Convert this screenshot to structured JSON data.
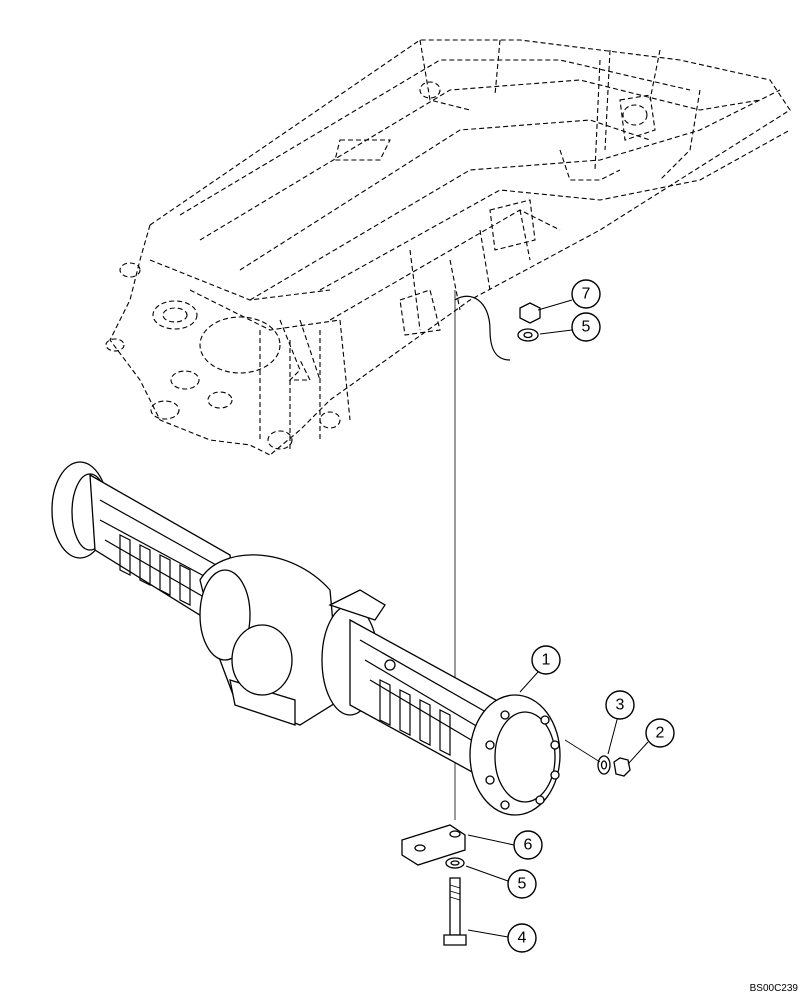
{
  "callouts": {
    "c1": "1",
    "c2": "2",
    "c3": "3",
    "c4": "4",
    "c5a": "5",
    "c5b": "5",
    "c6": "6",
    "c7": "7"
  },
  "drawing_reference": "BS00C239"
}
